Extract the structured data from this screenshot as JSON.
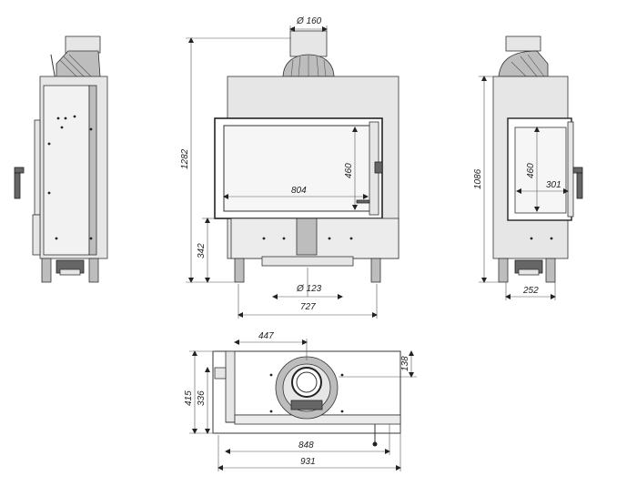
{
  "dimensions": {
    "flue_diameter": "Ø 160",
    "total_height": "1282",
    "glass_height": "460",
    "glass_width": "804",
    "base_height": "342",
    "air_inlet_diameter": "Ø 123",
    "body_width": "727",
    "side_height": "1086",
    "side_glass_height": "460",
    "side_glass_width": "301",
    "side_depth": "252",
    "top_offset": "447",
    "top_depth_front": "138",
    "top_depth_total": "415",
    "top_depth_inner": "336",
    "top_width_inner": "848",
    "top_width_total": "931"
  },
  "views": [
    "side-view-left",
    "front-view",
    "side-view-right",
    "top-view"
  ]
}
